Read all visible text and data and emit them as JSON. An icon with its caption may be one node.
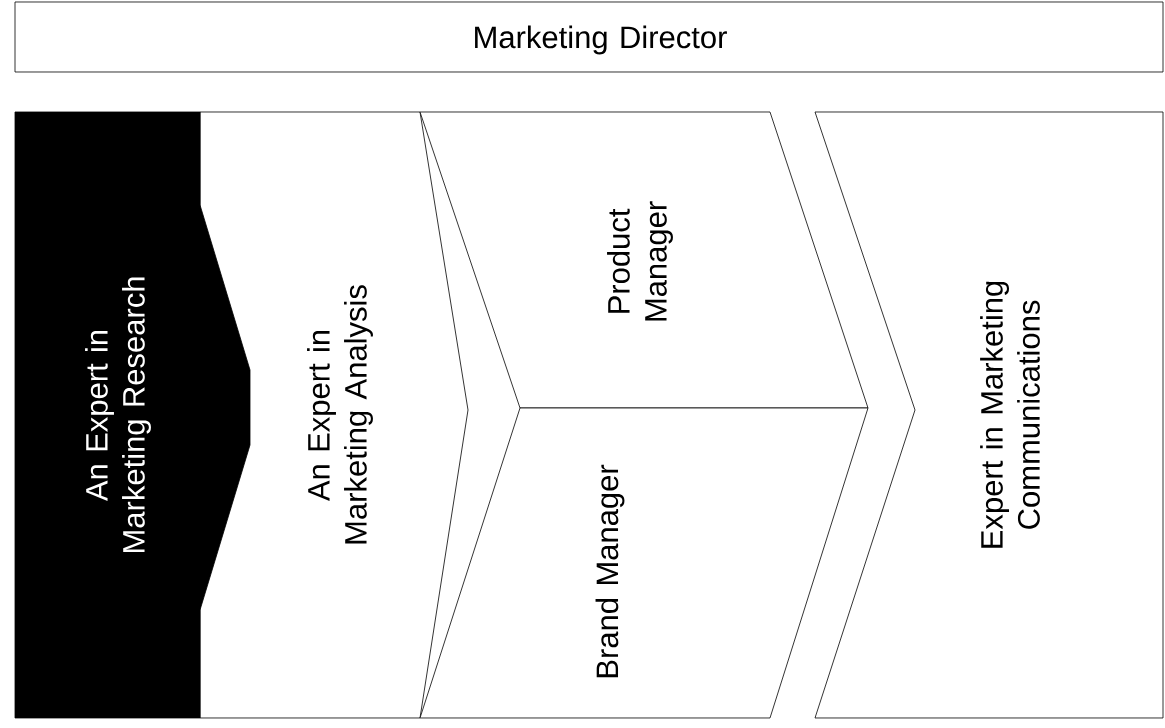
{
  "diagram": {
    "nodes": [
      {
        "text": [
          "Marketing Director"
        ]
      },
      {
        "text": [
          "An Expert in Marketing Research"
        ]
      },
      {
        "text": [
          "An Expert in Marketing Analysis"
        ]
      },
      {
        "text": [
          "Product Manager"
        ]
      },
      {
        "text": [
          "Brand Manager"
        ]
      },
      {
        "text": [
          "Expert in Marketing Communications"
        ]
      }
    ]
  }
}
